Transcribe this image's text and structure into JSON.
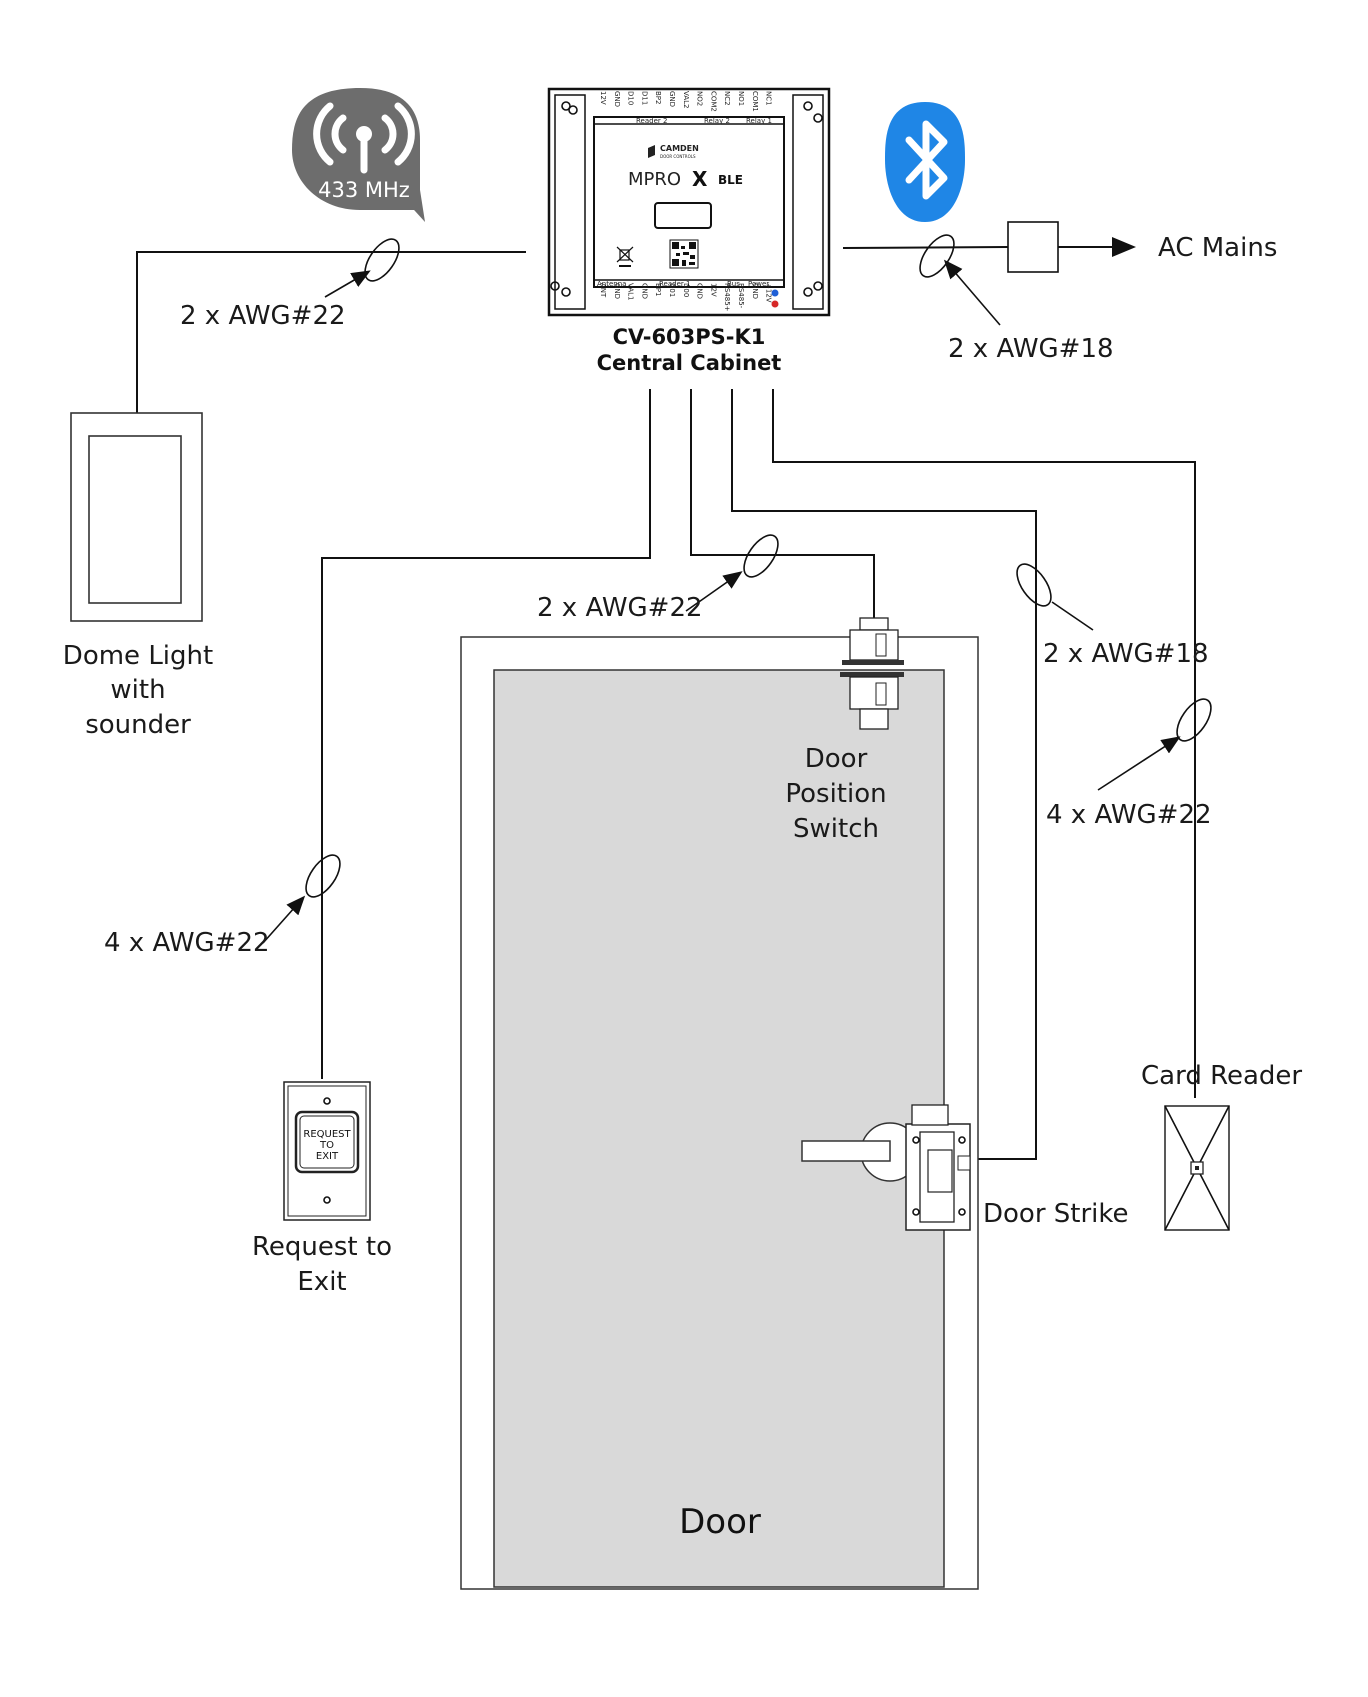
{
  "badges": {
    "radio_freq": "433 MHz"
  },
  "cabinet": {
    "model": "CV-603PS-K1",
    "name": "Central Cabinet",
    "brand": "CAMDEN",
    "brand_sub": "DOOR CONTROLS",
    "product": "MPRO",
    "product_mark": "X",
    "product_suffix": "BLE",
    "top_terminals": [
      "12V",
      "GND",
      "D10",
      "D11",
      "BP2",
      "GND",
      "VAL2",
      "NO2",
      "COM2",
      "NC2",
      "NO1",
      "COM1",
      "NC1"
    ],
    "top_sections": [
      "Reader 2",
      "Relay 2",
      "Relay 1"
    ],
    "bottom_terminals": [
      "ANT",
      "GND",
      "VAL1",
      "GND",
      "BP1",
      "D01",
      "D00",
      "GND",
      "12V",
      "RS485+",
      "RS485-",
      "GND",
      "+12V"
    ],
    "bottom_sections": [
      "Antenna",
      "Reader 1",
      "Bus",
      "Power"
    ]
  },
  "labels": {
    "ac_mains": "AC Mains",
    "wire_dome": "2 x AWG#22",
    "wire_mains": "2 x AWG#18",
    "wire_dps": "2 x AWG#22",
    "wire_strike": "2 x AWG#18",
    "wire_reader": "4 x AWG#22",
    "wire_rte": "4 x AWG#22",
    "dome_line1": "Dome Light",
    "dome_line2": "with",
    "dome_line3": "sounder",
    "dps_line1": "Door",
    "dps_line2": "Position",
    "dps_line3": "Switch",
    "card_reader": "Card Reader",
    "rte_line1": "Request to",
    "rte_line2": "Exit",
    "rte_button_1": "REQUEST",
    "rte_button_2": "TO",
    "rte_button_3": "EXIT",
    "door_strike": "Door Strike",
    "door": "Door"
  },
  "colors": {
    "door_fill": "#d9d9d9",
    "badge_gray": "#6d6d6d",
    "bluetooth_blue": "#1f86e6",
    "led_blue": "#1f5fd6",
    "led_red": "#d62828"
  }
}
